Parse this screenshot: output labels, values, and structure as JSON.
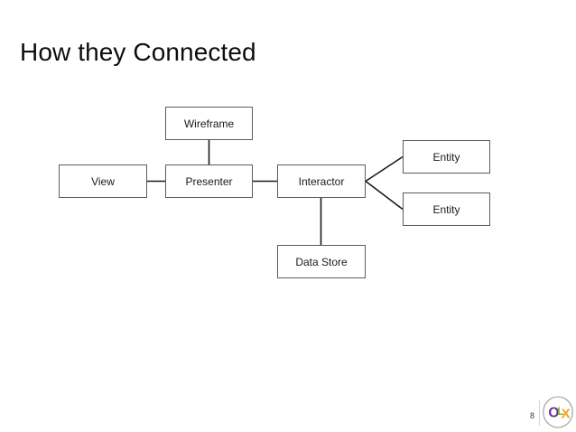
{
  "slide": {
    "title": "How they Connected",
    "background_color": "#ffffff",
    "page_number": "8"
  },
  "diagram": {
    "type": "block-connector",
    "node_border_color": "#5c5c5c",
    "connector_color": "#1a1a1a",
    "nodes": [
      {
        "id": "wireframe",
        "label": "Wireframe"
      },
      {
        "id": "view",
        "label": "View"
      },
      {
        "id": "presenter",
        "label": "Presenter"
      },
      {
        "id": "interactor",
        "label": "Interactor"
      },
      {
        "id": "entity-1",
        "label": "Entity"
      },
      {
        "id": "entity-2",
        "label": "Entity"
      },
      {
        "id": "data-store",
        "label": "Data Store"
      }
    ],
    "edges": [
      {
        "from": "wireframe",
        "to": "presenter",
        "style": "vertical-straight"
      },
      {
        "from": "view",
        "to": "presenter",
        "style": "horizontal-straight"
      },
      {
        "from": "presenter",
        "to": "interactor",
        "style": "horizontal-straight"
      },
      {
        "from": "interactor",
        "to": "entity-1",
        "style": "diagonal"
      },
      {
        "from": "interactor",
        "to": "entity-2",
        "style": "diagonal"
      },
      {
        "from": "interactor",
        "to": "data-store",
        "style": "vertical-straight"
      }
    ]
  },
  "brand": {
    "name": "OLX",
    "letters": [
      {
        "char": "O",
        "color": "#6b2f8f"
      },
      {
        "char": "L",
        "color": "#76b82a"
      },
      {
        "char": "X",
        "color": "#f5a01b"
      }
    ],
    "ring_color": "#9b9b9b"
  }
}
